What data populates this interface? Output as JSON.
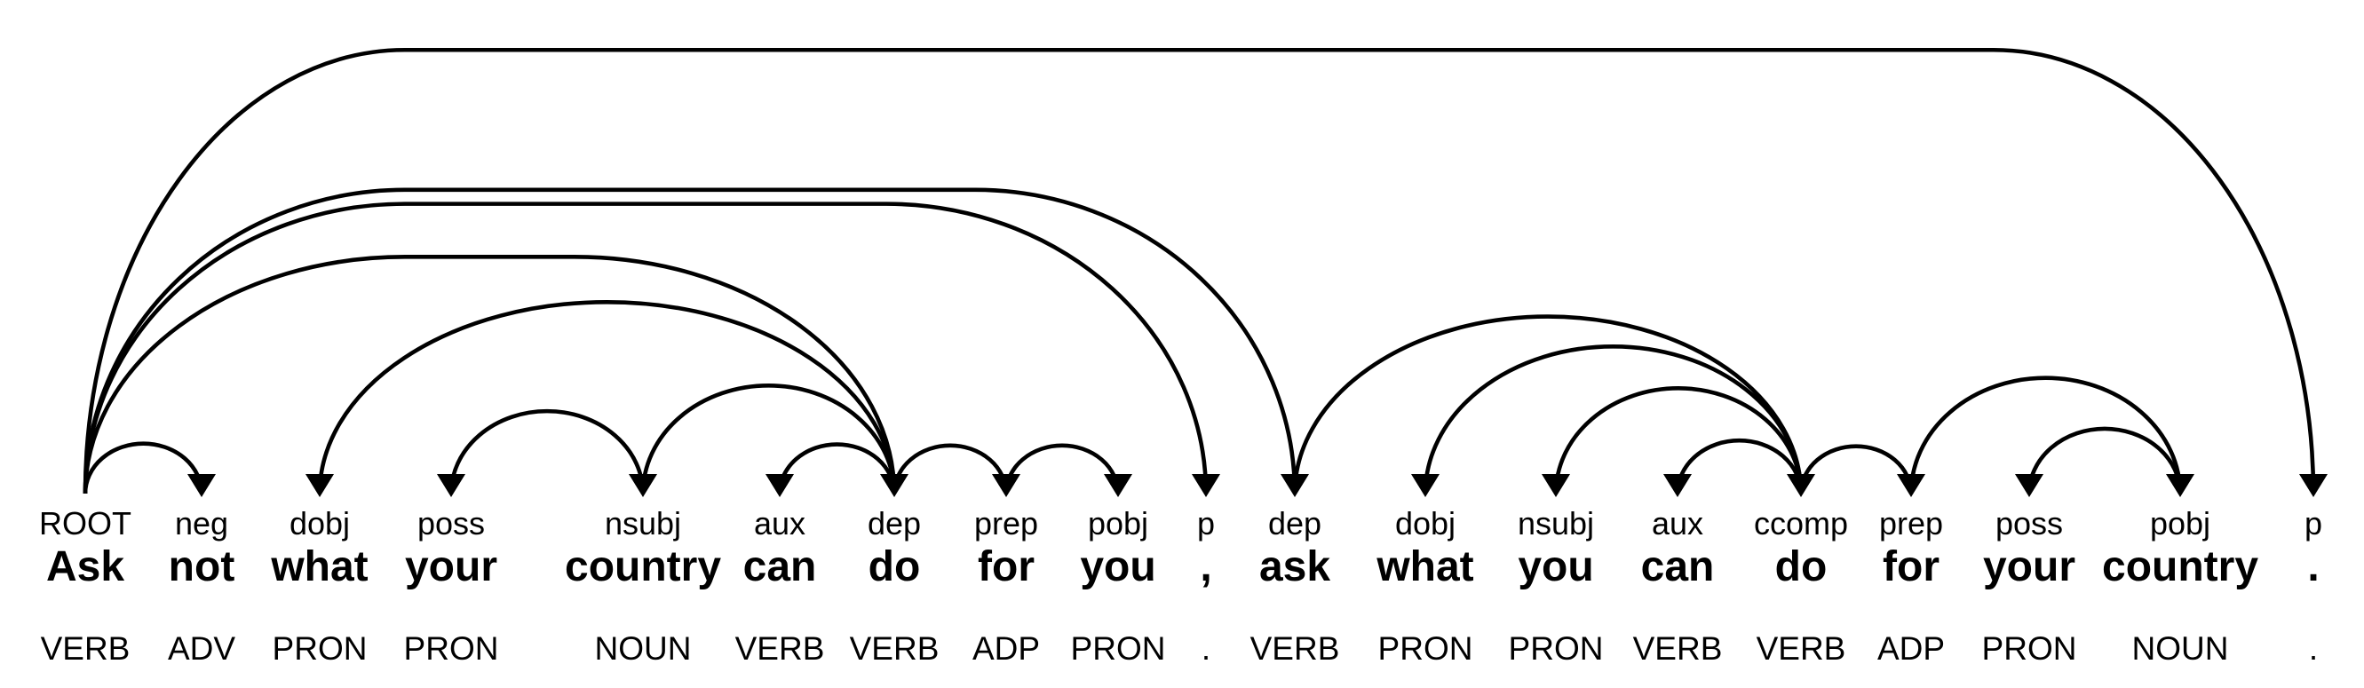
{
  "figure": {
    "type": "dependency-parse-diagram",
    "sentence": "Ask not what your country can do for you , ask what you can do for your country .",
    "colors": {
      "ink": "#000000",
      "background": "#ffffff"
    }
  },
  "tokens": [
    {
      "text": "Ask",
      "tag": "VERB",
      "label": "ROOT"
    },
    {
      "text": "not",
      "tag": "ADV",
      "label": "neg"
    },
    {
      "text": "what",
      "tag": "PRON",
      "label": "dobj"
    },
    {
      "text": "your",
      "tag": "PRON",
      "label": "poss"
    },
    {
      "text": "country",
      "tag": "NOUN",
      "label": "nsubj"
    },
    {
      "text": "can",
      "tag": "VERB",
      "label": "aux"
    },
    {
      "text": "do",
      "tag": "VERB",
      "label": "dep"
    },
    {
      "text": "for",
      "tag": "ADP",
      "label": "prep"
    },
    {
      "text": "you",
      "tag": "PRON",
      "label": "pobj"
    },
    {
      "text": ",",
      "tag": ".",
      "label": "p"
    },
    {
      "text": "ask",
      "tag": "VERB",
      "label": "dep"
    },
    {
      "text": "what",
      "tag": "PRON",
      "label": "dobj"
    },
    {
      "text": "you",
      "tag": "PRON",
      "label": "nsubj"
    },
    {
      "text": "can",
      "tag": "VERB",
      "label": "aux"
    },
    {
      "text": "do",
      "tag": "VERB",
      "label": "ccomp"
    },
    {
      "text": "for",
      "tag": "ADP",
      "label": "prep"
    },
    {
      "text": "your",
      "tag": "PRON",
      "label": "poss"
    },
    {
      "text": "country",
      "tag": "NOUN",
      "label": "pobj"
    },
    {
      "text": ".",
      "tag": ".",
      "label": "p"
    }
  ],
  "arcs": [
    {
      "head": 0,
      "dep": 1,
      "label": "neg"
    },
    {
      "head": 6,
      "dep": 2,
      "label": "dobj"
    },
    {
      "head": 4,
      "dep": 3,
      "label": "poss"
    },
    {
      "head": 6,
      "dep": 4,
      "label": "nsubj"
    },
    {
      "head": 6,
      "dep": 5,
      "label": "aux"
    },
    {
      "head": 0,
      "dep": 6,
      "label": "dep"
    },
    {
      "head": 6,
      "dep": 7,
      "label": "prep"
    },
    {
      "head": 7,
      "dep": 8,
      "label": "pobj"
    },
    {
      "head": 0,
      "dep": 9,
      "label": "p"
    },
    {
      "head": 0,
      "dep": 10,
      "label": "dep"
    },
    {
      "head": 14,
      "dep": 11,
      "label": "dobj"
    },
    {
      "head": 14,
      "dep": 12,
      "label": "nsubj"
    },
    {
      "head": 14,
      "dep": 13,
      "label": "aux"
    },
    {
      "head": 10,
      "dep": 14,
      "label": "ccomp"
    },
    {
      "head": 14,
      "dep": 15,
      "label": "prep"
    },
    {
      "head": 15,
      "dep": 17,
      "label": "pobj"
    },
    {
      "head": 17,
      "dep": 16,
      "label": "poss"
    },
    {
      "head": 0,
      "dep": 18,
      "label": "p"
    }
  ]
}
